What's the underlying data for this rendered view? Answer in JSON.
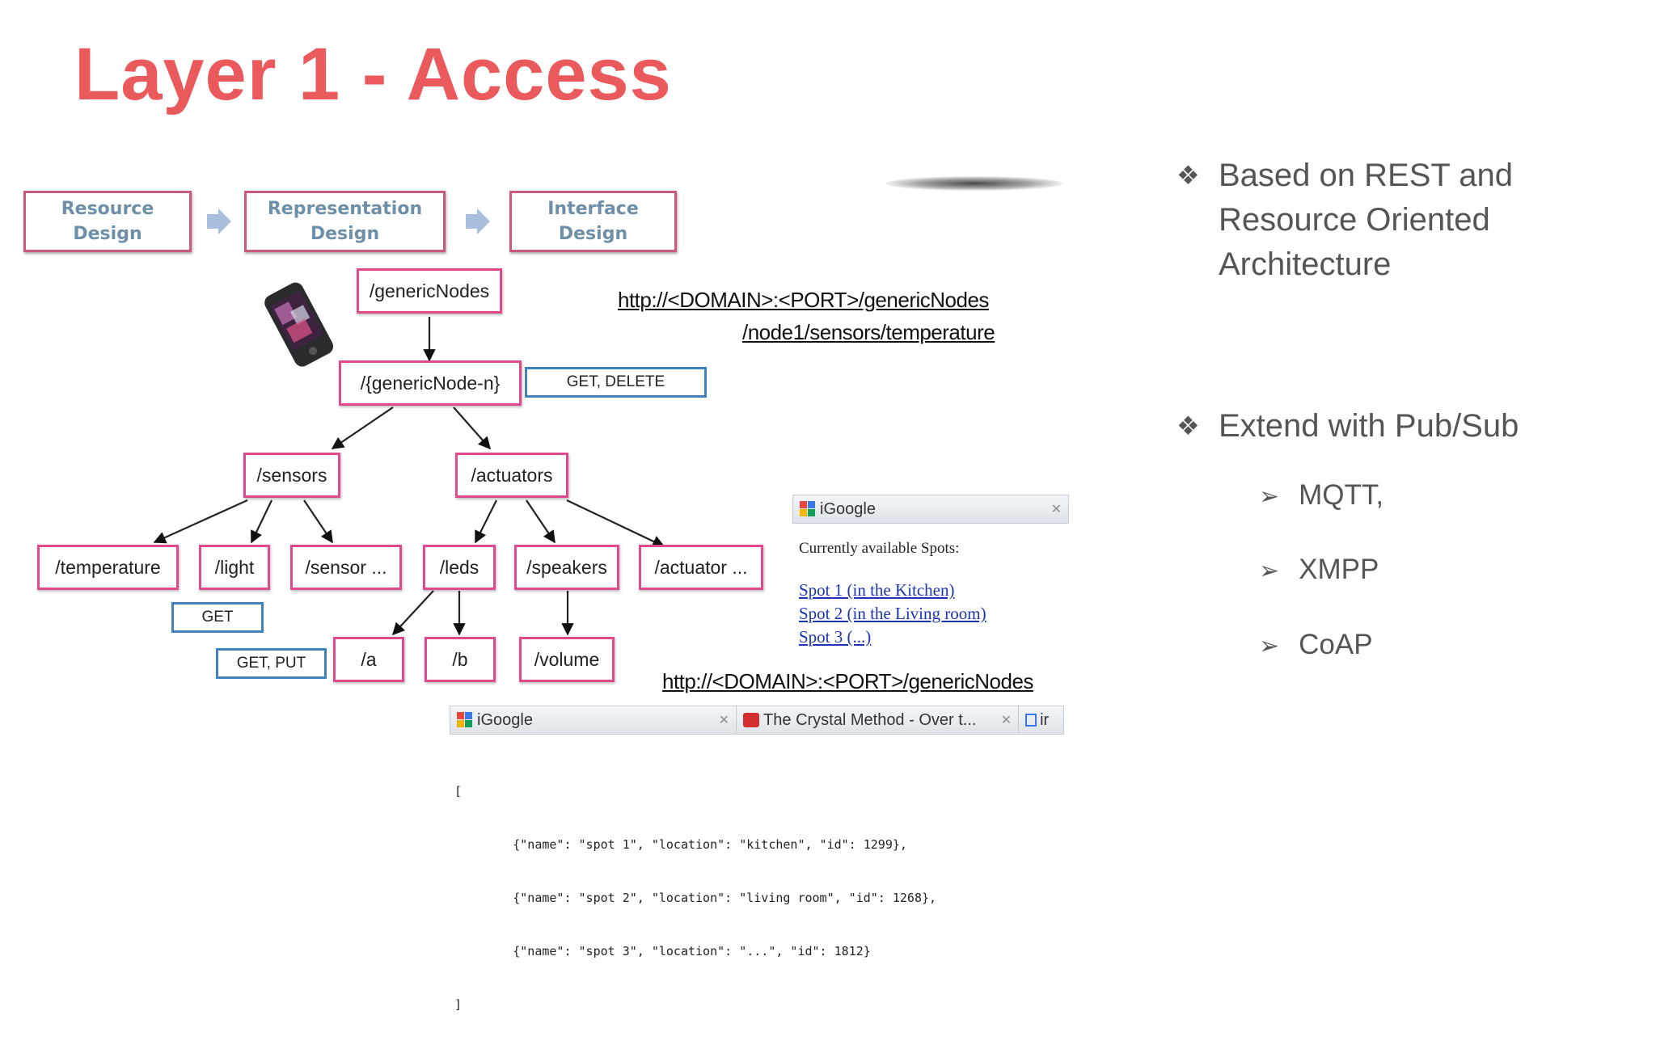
{
  "title": "Layer 1 - Access",
  "design_steps": [
    "Resource\nDesign",
    "Representation\nDesign",
    "Interface\nDesign"
  ],
  "nodes": {
    "generic_nodes": "/genericNodes",
    "generic_node_n": "/{genericNode-n}",
    "sensors": "/sensors",
    "actuators": "/actuators",
    "temperature": "/temperature",
    "light": "/light",
    "sensor_more": "/sensor ...",
    "leds": "/leds",
    "speakers": "/speakers",
    "actuator_more": "/actuator ...",
    "a": "/a",
    "b": "/b",
    "volume": "/volume"
  },
  "methods": {
    "get_delete": "GET, DELETE",
    "get": "GET",
    "get_put": "GET, PUT"
  },
  "urls": {
    "top_line1": "http://<DOMAIN>:<PORT>/genericNodes",
    "top_line2": "/node1/sensors/temperature",
    "bottom": "http://<DOMAIN>:<PORT>/genericNodes"
  },
  "browser_top": {
    "tab_title": "iGoogle",
    "heading": "Currently available Spots:",
    "spots": [
      "Spot 1 (in the Kitchen)",
      "Spot 2 (in the Living room)",
      "Spot 3 (...)"
    ]
  },
  "browser_bottom": {
    "tabs": [
      "iGoogle",
      "The Crystal Method - Over t...",
      "ir"
    ],
    "json_lines": [
      "[",
      "        {\"name\": \"spot 1\", \"location\": \"kitchen\", \"id\": 1299},",
      "        {\"name\": \"spot 2\", \"location\": \"living room\", \"id\": 1268},",
      "        {\"name\": \"spot 3\", \"location\": \"...\", \"id\": 1812}",
      "]"
    ]
  },
  "bullets": [
    {
      "text": "Based on REST and Resource Oriented Architecture"
    },
    {
      "text": "Extend with Pub/Sub"
    }
  ],
  "sub_bullets": [
    "MQTT,",
    "XMPP",
    "CoAP"
  ],
  "colors": {
    "title": "#ea5a5c",
    "node_border": "#e0498b",
    "method_border": "#3f82bd",
    "design_text": "#6e8fa8"
  }
}
